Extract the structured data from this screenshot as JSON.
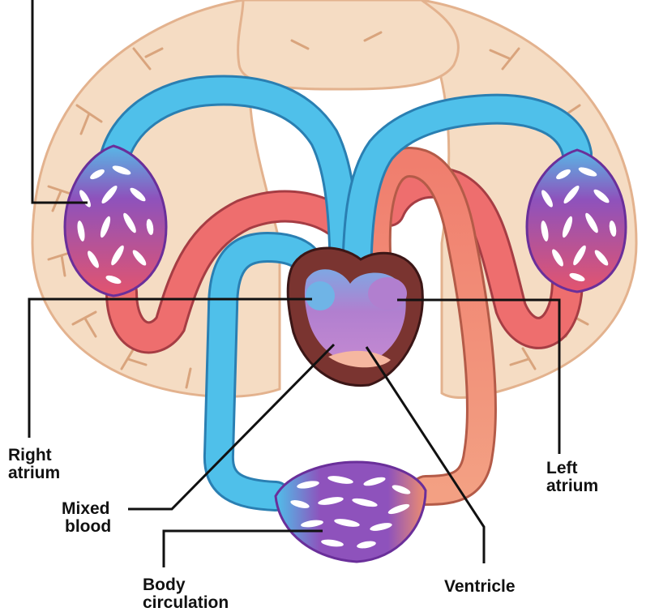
{
  "labels": {
    "right_atrium": [
      "Right",
      "atrium"
    ],
    "mixed_blood": [
      "Mixed",
      "blood"
    ],
    "body_circulation": [
      "Body",
      "circulation"
    ],
    "ventricle": [
      "Ventricle"
    ],
    "left_atrium": [
      "Left",
      "atrium"
    ]
  },
  "colors": {
    "lung_tissue": "#f5dcc3",
    "lung_outline": "#e3b28e",
    "deoxygenated": "#4fc0ea",
    "oxygenated": "#ee6e6e",
    "mixed": "#b17fcf",
    "heart_wall": "#74302e",
    "capillary_bed": "#8e52bc"
  }
}
